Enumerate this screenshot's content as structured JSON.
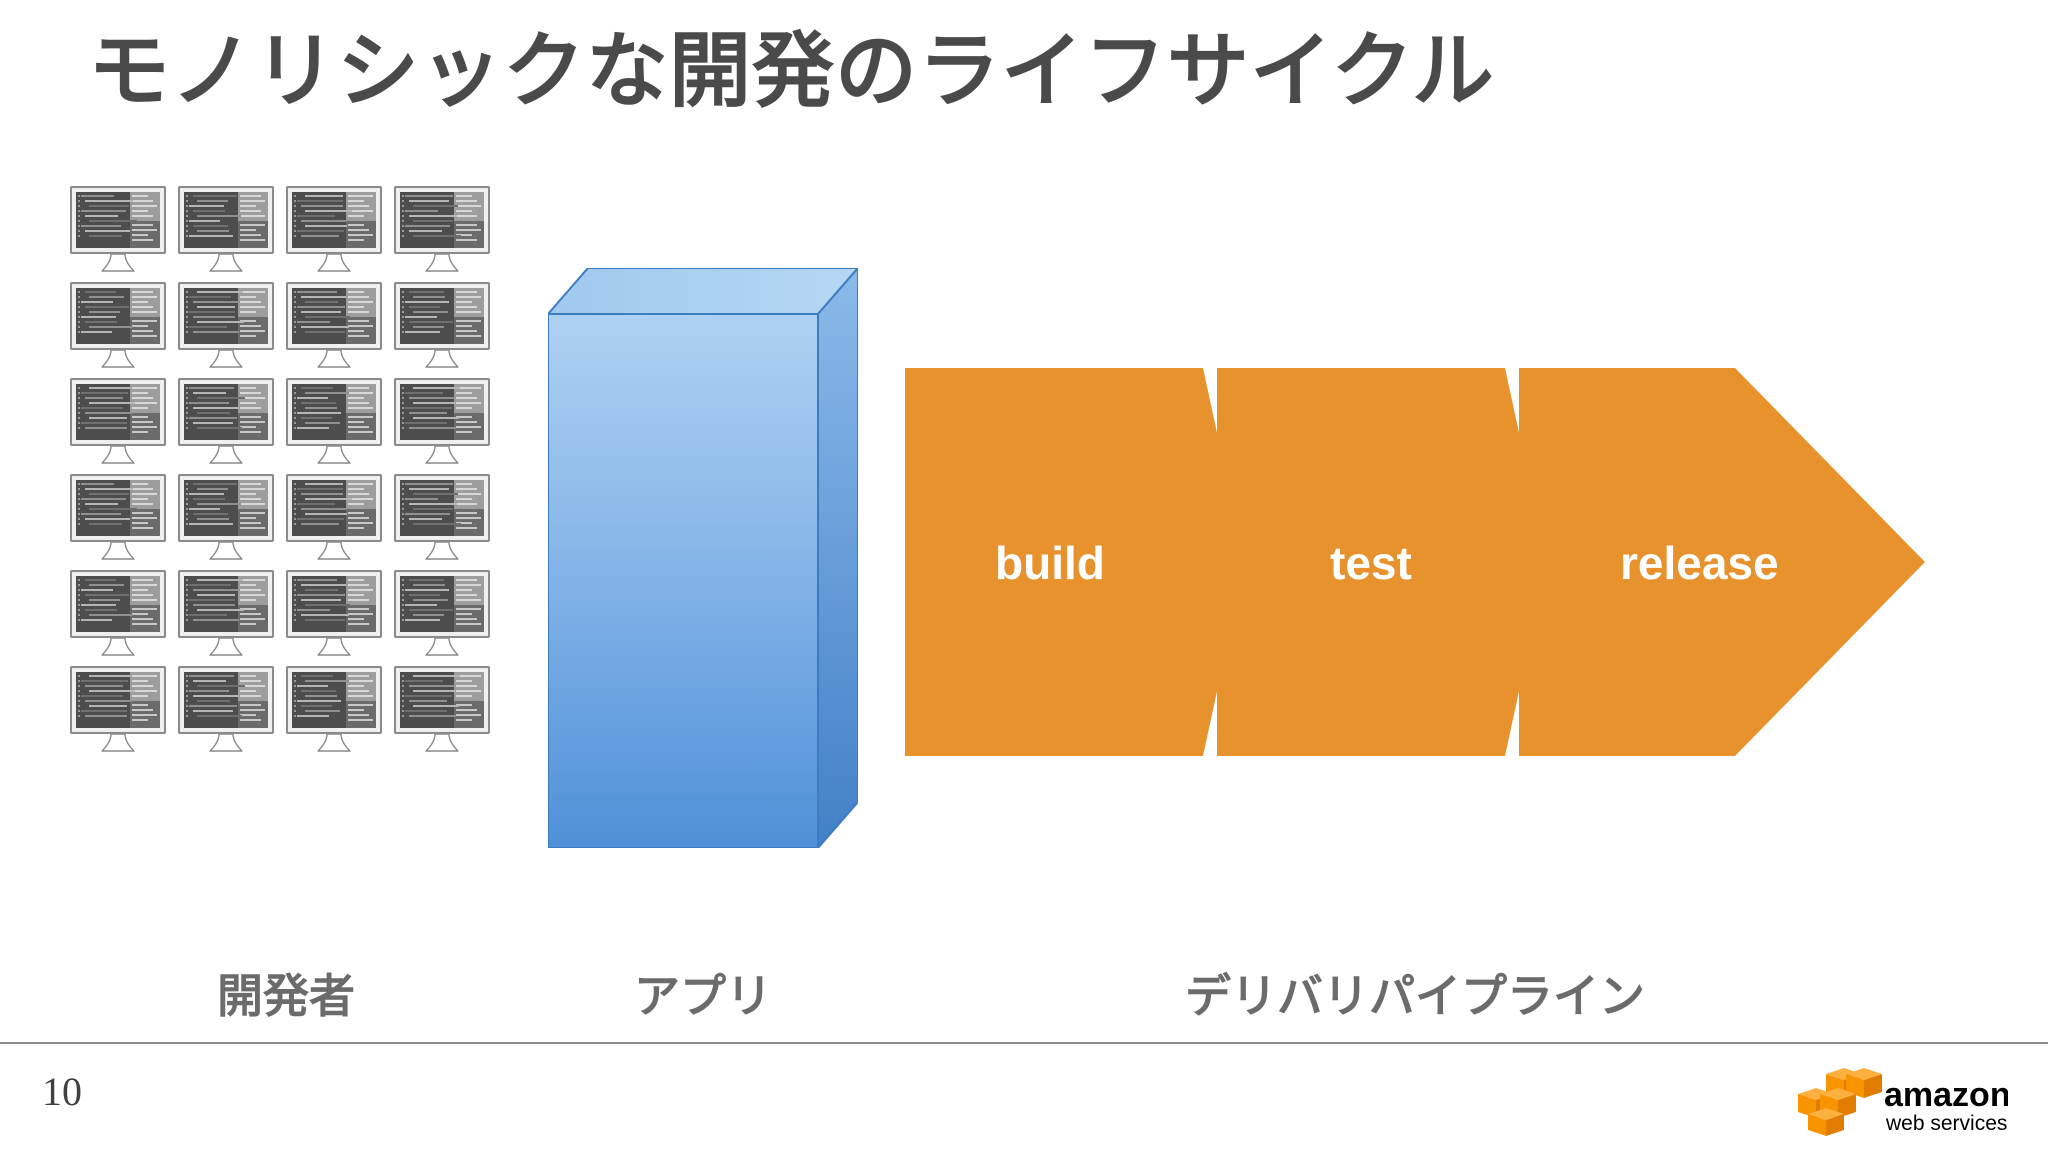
{
  "slide": {
    "title": "モノリシックな開発のライフサイクル",
    "page_number": "10",
    "background_color": "#ffffff",
    "title_color": "#4a4a4a",
    "caption_color": "#6b6b6b"
  },
  "developers": {
    "caption": "開発者",
    "monitor_count": 24,
    "grid_columns": 4,
    "grid_rows": 6,
    "icon_name": "desktop-monitor-icon",
    "bezel_color": "#efefef",
    "screen_color": "#4d4d4d"
  },
  "app": {
    "caption": "アプリ",
    "shape": "3d-rectangular-prism",
    "face_color_top": "#9ec9ee",
    "face_color_front_top": "#a8cfef",
    "face_color_front_bottom": "#4f90d8",
    "face_color_side": "#6ba5de",
    "edge_color": "#2f6eb5"
  },
  "pipeline": {
    "caption": "デリバリパイプライン",
    "fill_color": "#e8922e",
    "label_color": "#ffffff",
    "stages": [
      {
        "id": "build",
        "label": "build"
      },
      {
        "id": "test",
        "label": "test"
      },
      {
        "id": "release",
        "label": "release"
      }
    ]
  },
  "footer": {
    "rule_color": "#8c8c8c",
    "logo": {
      "name": "aws-logo",
      "wordmark_primary": "amazon",
      "wordmark_secondary": "web services",
      "cube_color": "#f79400",
      "cube_color_light": "#fbb040",
      "cube_color_dark": "#e07d00",
      "text_color": "#000000"
    }
  }
}
